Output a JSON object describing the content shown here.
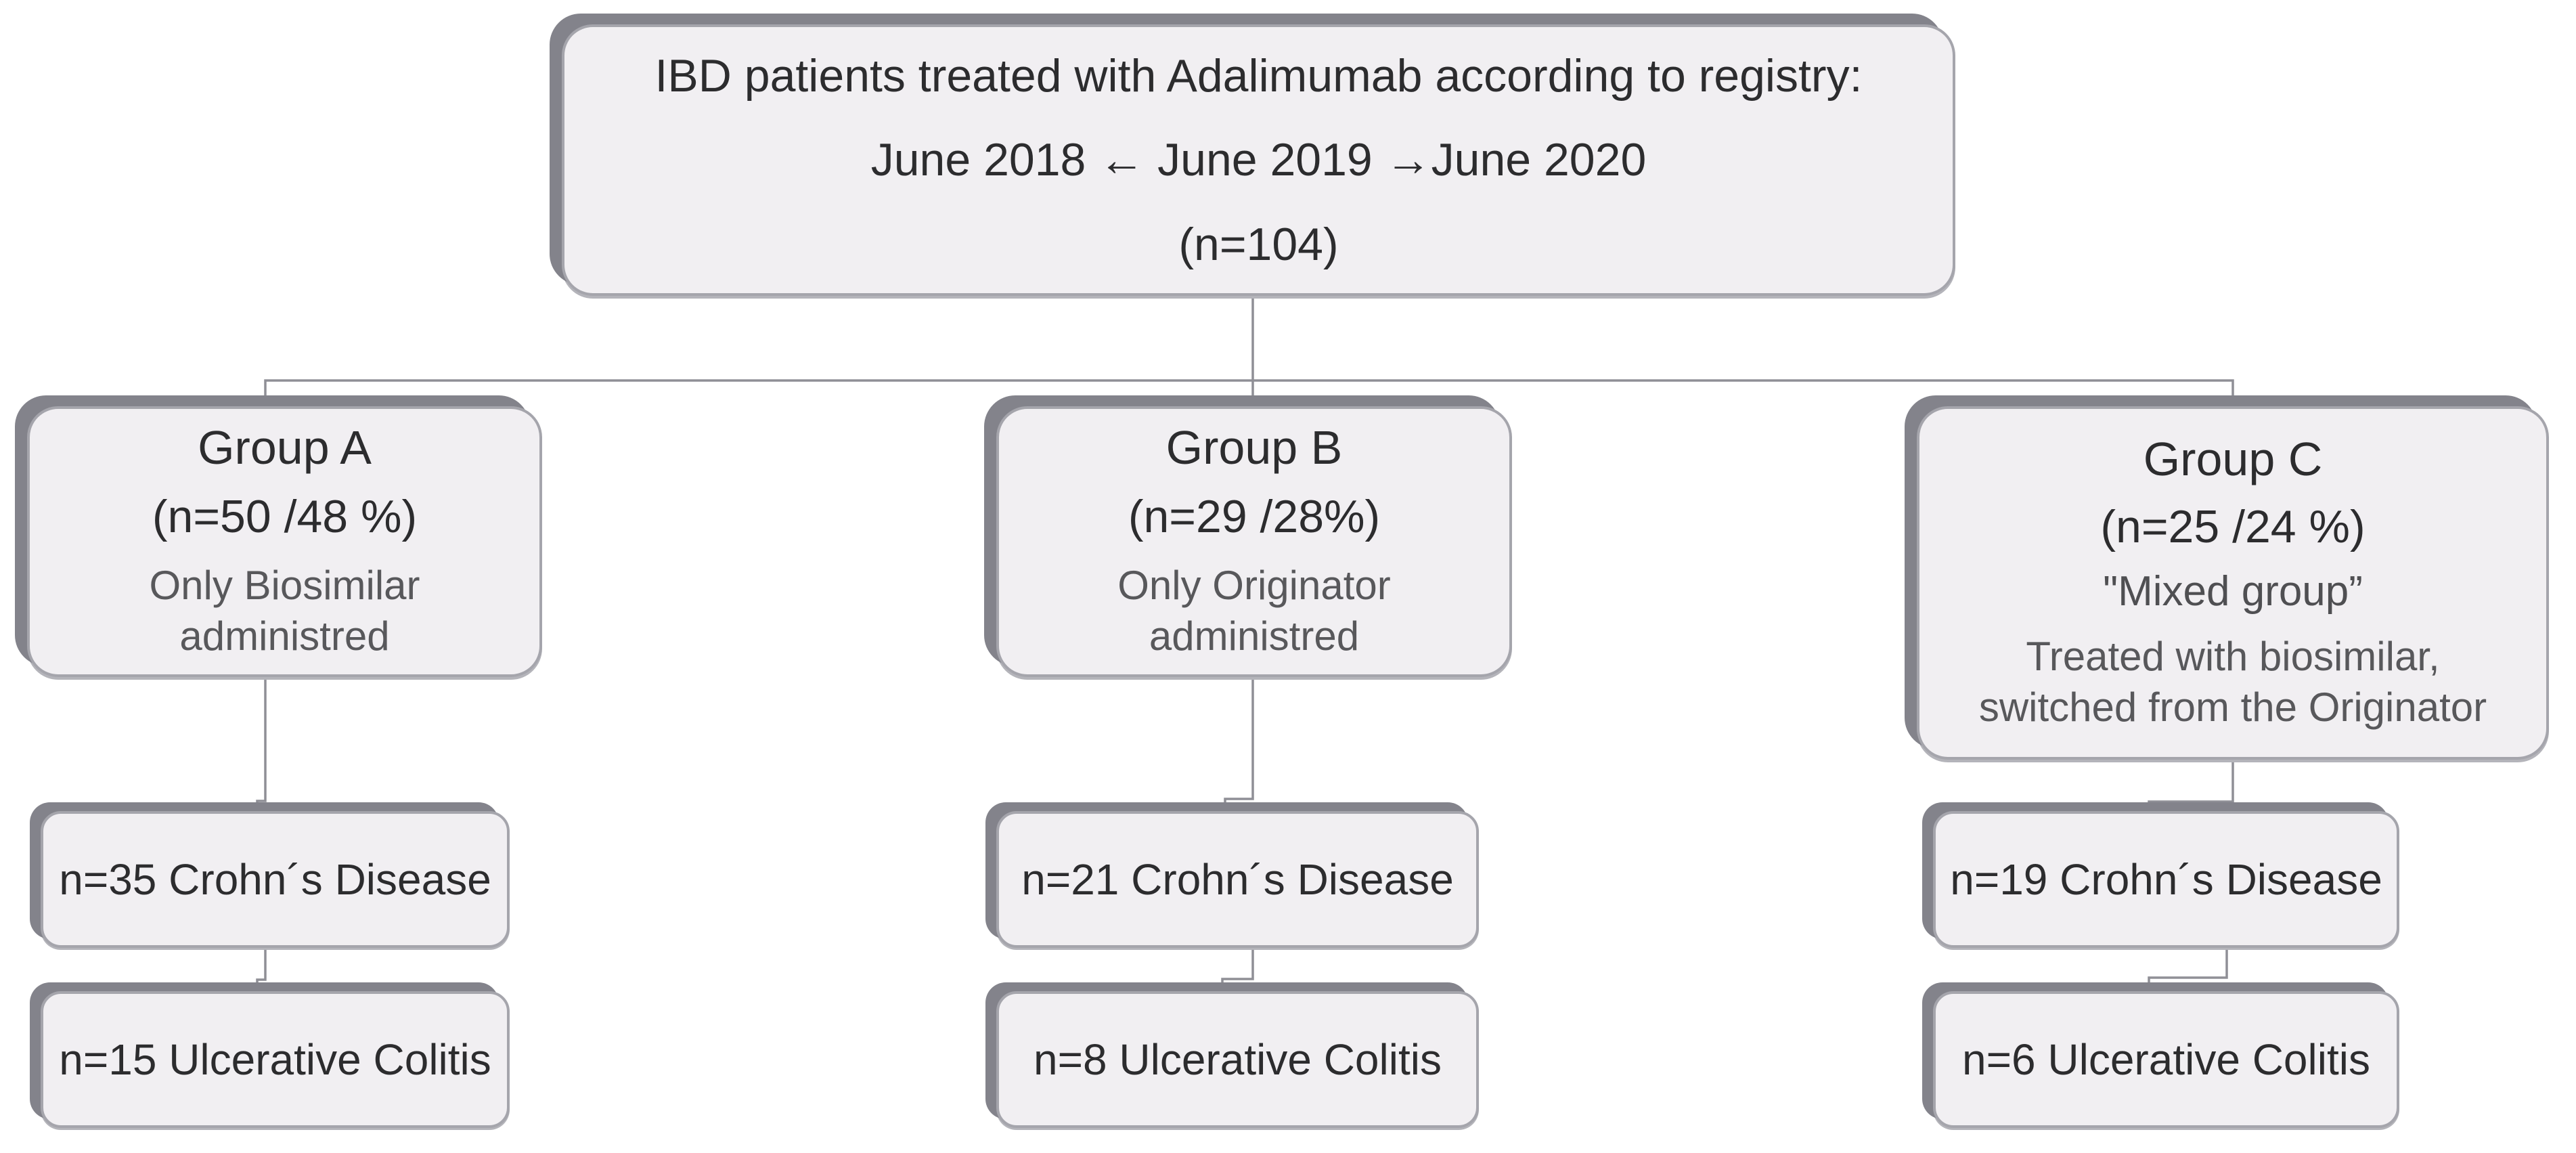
{
  "root_box": {
    "line1": "IBD patients treated with Adalimumab according to registry:",
    "line2": "June 2018 ← June 2019 →June 2020",
    "line3": "(n=104)"
  },
  "groups": [
    {
      "name": "Group A",
      "n_pct": "(n=50 /48 %)",
      "desc_line1": "Only Biosimilar",
      "desc_line2": "administred",
      "crohns": "n=35 Crohn´s Disease",
      "colitis": "n=15 Ulcerative Colitis"
    },
    {
      "name": "Group B",
      "n_pct": "(n=29 /28%)",
      "desc_line1": "Only Originator",
      "desc_line2": "administred",
      "crohns": "n=21 Crohn´s Disease",
      "colitis": "n=8 Ulcerative Colitis"
    },
    {
      "name": "Group C",
      "n_pct": "(n=25 /24 %)",
      "quote": "\"Mixed group”",
      "desc_line1": "Treated with biosimilar,",
      "desc_line2": "switched from the Originator",
      "crohns": "n=19 Crohn´s Disease",
      "colitis": "n=6 Ulcerative Colitis"
    }
  ],
  "colors": {
    "background": "#ffffff",
    "box_fill": "#f1eff2",
    "box_border": "#a5a5ac",
    "box_shadow": "#83838b",
    "connector": "#8f8f96",
    "text_primary": "#2c2c2e",
    "text_secondary": "#58585b"
  }
}
